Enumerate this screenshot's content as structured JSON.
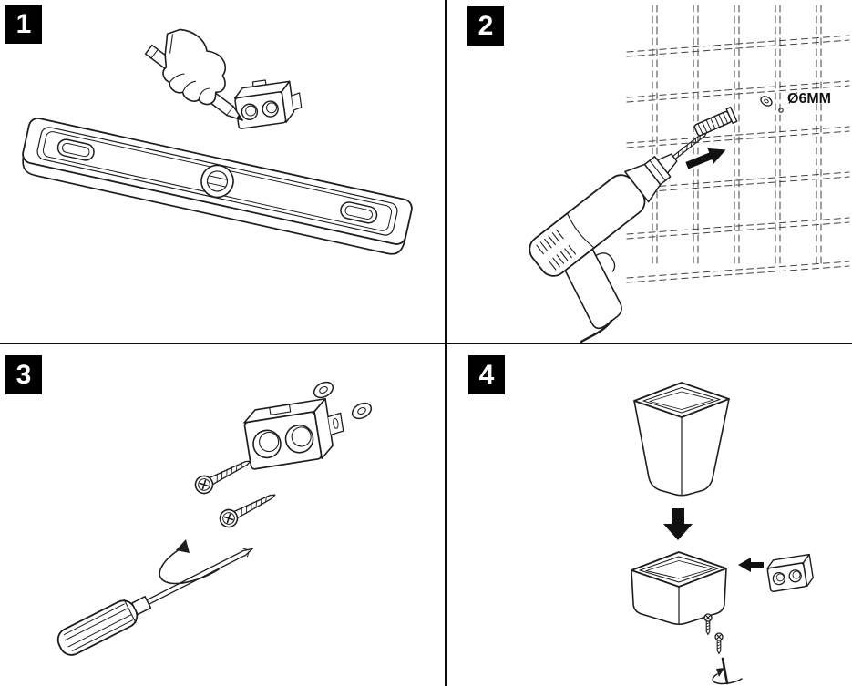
{
  "colors": {
    "background": "#ffffff",
    "line_art": "#1d1d1b",
    "divider": "#0d0d0d",
    "badge_background": "#000000",
    "badge_text": "#ffffff"
  },
  "steps": [
    {
      "number": "1",
      "illustration": "spirit-level-with-hand-marking-pencil-and-bracket"
    },
    {
      "number": "2",
      "illustration": "power-drill-at-tiled-wall-with-wall-plug",
      "annotation": "Ø6MM"
    },
    {
      "number": "3",
      "illustration": "bracket-with-screws-washers-and-screwdriver"
    },
    {
      "number": "4",
      "illustration": "cup-dropped-into-holder-mounted-on-bracket"
    }
  ]
}
